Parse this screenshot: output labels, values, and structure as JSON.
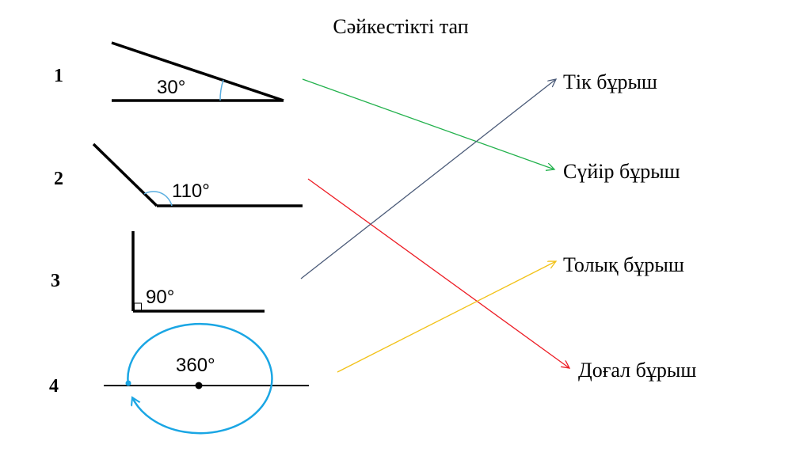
{
  "title": "Сәйкестікті тап",
  "items": [
    {
      "number": "1",
      "angle_label": "30°"
    },
    {
      "number": "2",
      "angle_label": "110°"
    },
    {
      "number": "3",
      "angle_label": "90°"
    },
    {
      "number": "4",
      "angle_label": "360°"
    }
  ],
  "answers": [
    {
      "label": "Тік бұрыш"
    },
    {
      "label": "Сүйір бұрыш"
    },
    {
      "label": "Толық бұрыш"
    },
    {
      "label": "Доғал бұрыш"
    }
  ],
  "connections": [
    {
      "from_item": "1",
      "to_answer": "Сүйір бұрыш",
      "color": "#22b14c"
    },
    {
      "from_item": "2",
      "to_answer": "Доғал бұрыш",
      "color": "#ed1c24"
    },
    {
      "from_item": "3",
      "to_answer": "Тік бұрыш",
      "color": "#4a5a78"
    },
    {
      "from_item": "4",
      "to_answer": "Толық бұрыш",
      "color": "#f2c218"
    }
  ],
  "colors": {
    "arc": "#5aaee0",
    "circle": "#1aa6e4",
    "ink": "#000000"
  }
}
